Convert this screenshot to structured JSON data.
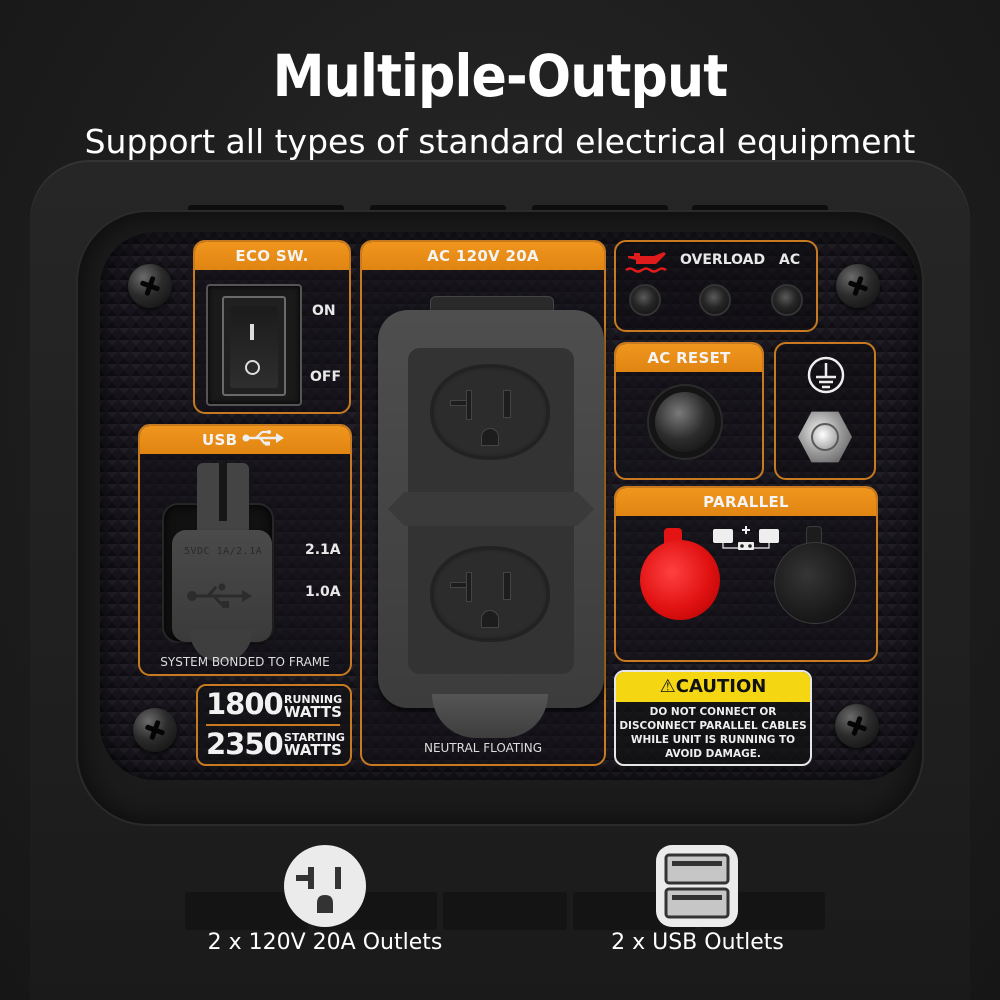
{
  "header": {
    "title": "Multiple-Output",
    "subtitle": "Support all types of standard electrical equipment"
  },
  "panel": {
    "eco_switch": {
      "label": "ECO SW.",
      "on_label": "ON",
      "off_label": "OFF",
      "rocker_on_glyph": "I",
      "rocker_off_glyph": "O"
    },
    "ac_outlet": {
      "label": "AC 120V 20A",
      "footer": "NEUTRAL FLOATING",
      "outlet_count": 2
    },
    "indicators": {
      "oil_icon": "oil-can-icon",
      "overload_label": "OVERLOAD",
      "ac_label": "AC"
    },
    "ac_reset": {
      "label": "AC RESET"
    },
    "ground": {
      "icon": "ground-symbol-icon"
    },
    "usb": {
      "label": "USB",
      "cap_text": "5VDC 1A/2.1A",
      "port1_rating": "2.1A",
      "port2_rating": "1.0A",
      "footer": "SYSTEM BONDED TO FRAME"
    },
    "parallel": {
      "label": "PARALLEL"
    },
    "caution": {
      "title": "CAUTION",
      "lines": [
        "DO NOT CONNECT OR",
        "DISCONNECT PARALLEL CABLES",
        "WHILE UNIT IS RUNNING TO",
        "AVOID DAMAGE."
      ]
    },
    "watts": {
      "running_value": "1800",
      "running_label_1": "RUNNING",
      "running_label_2": "WATTS",
      "starting_value": "2350",
      "starting_label_1": "STARTING",
      "starting_label_2": "WATTS"
    }
  },
  "features": [
    {
      "icon": "ac-outlet-icon",
      "label": "2 x 120V 20A Outlets"
    },
    {
      "icon": "usb-ports-icon",
      "label": "2 x USB Outlets"
    }
  ],
  "colors": {
    "accent_orange": "#e8891a",
    "caution_yellow": "#f4d712",
    "parallel_red": "#e01111",
    "oil_icon_red": "#e01b1b",
    "background": "#1c1c1c"
  }
}
